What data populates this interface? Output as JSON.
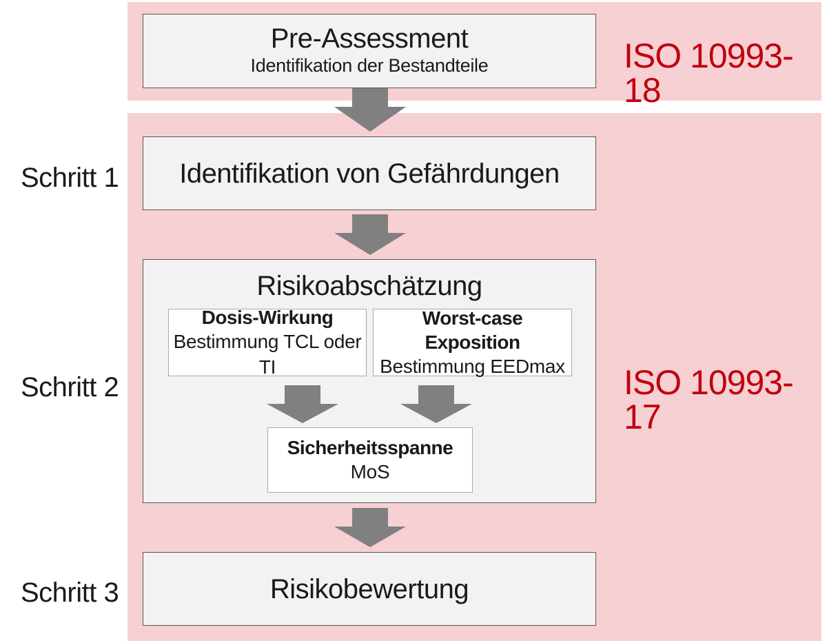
{
  "colors": {
    "band": "#f7d0d3",
    "box_fill": "#f2f2f2",
    "box_border": "#555555",
    "inner_fill": "#ffffff",
    "arrow": "#808080",
    "iso_red": "#c0000e"
  },
  "standards": {
    "top": "ISO 10993-18",
    "main": "ISO 10993-17"
  },
  "pre_assessment": {
    "title": "Pre-Assessment",
    "subtitle": "Identifikation der Bestandteile"
  },
  "steps": [
    {
      "label": "Schritt 1",
      "title": "Identifikation von Gefährdungen"
    },
    {
      "label": "Schritt 2",
      "title": "Risikoabschätzung"
    },
    {
      "label": "Schritt 3",
      "title": "Risikobewertung"
    }
  ],
  "risk_estimation": {
    "dose_response": {
      "title": "Dosis-Wirkung",
      "detail": "Bestimmung TCL oder TI"
    },
    "worst_case": {
      "title": "Worst-case Exposition",
      "detail": "Bestimmung EEDmax"
    },
    "margin_of_safety": {
      "title": "Sicherheitsspanne",
      "detail": "MoS"
    }
  }
}
